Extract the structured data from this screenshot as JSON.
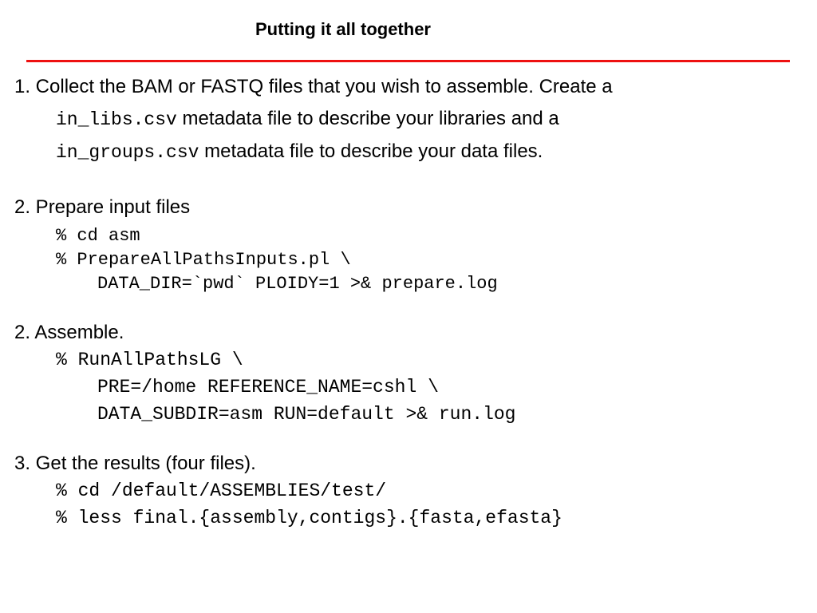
{
  "slide": {
    "title": "Putting it all together",
    "accent_color": "#ee1111"
  },
  "step1": {
    "heading": "1. Collect the BAM or FASTQ files that you wish to assemble.  Create a",
    "libs_file": "in_libs.csv",
    "libs_text": " metadata file to describe your libraries and a",
    "groups_file": "in_groups.csv",
    "groups_text": " metadata file to describe your data files."
  },
  "step2": {
    "heading": "2. Prepare input files",
    "commands": [
      "% cd asm",
      "% PrepareAllPathsInputs.pl \\",
      "DATA_DIR=`pwd` PLOIDY=1 >& prepare.log"
    ]
  },
  "step3": {
    "heading": "2. Assemble.",
    "commands": [
      "% RunAllPathsLG \\",
      "PRE=/home REFERENCE_NAME=cshl \\",
      "DATA_SUBDIR=asm RUN=default >& run.log"
    ]
  },
  "step4": {
    "heading": "3. Get the results (four files).",
    "commands": [
      "% cd /default/ASSEMBLIES/test/",
      "% less final.{assembly,contigs}.{fasta,efasta}"
    ]
  }
}
